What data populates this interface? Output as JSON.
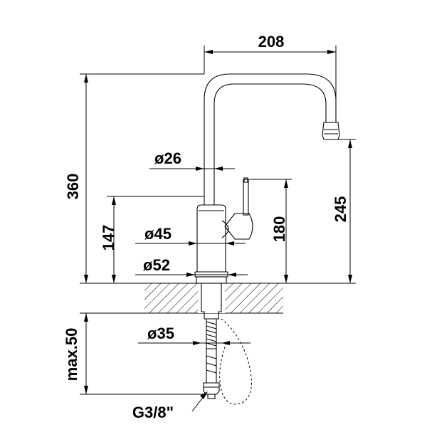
{
  "drawing": {
    "dimensions": {
      "spout_reach": "208",
      "total_height": "360",
      "spout_height": "245",
      "body_height": "147",
      "handle_height": "180",
      "spout_diameter": "ø26",
      "body_diameter": "ø45",
      "base_diameter": "ø52",
      "hole_diameter": "ø35",
      "max_deck_thickness": "max.50",
      "connection_thread": "G3/8\""
    }
  }
}
